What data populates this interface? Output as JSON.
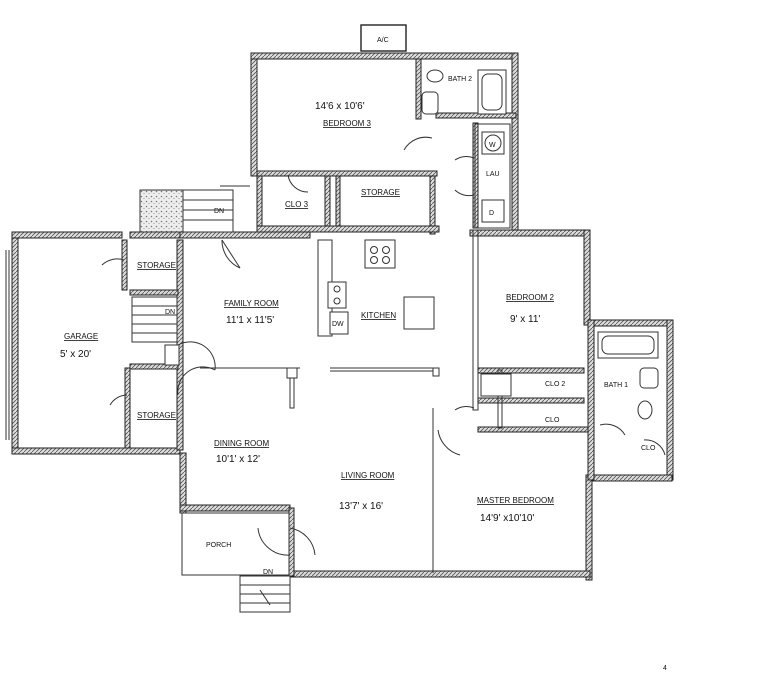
{
  "rooms": {
    "garage": {
      "label": "GARAGE",
      "dims": "5' x 20'"
    },
    "storage_top_left": {
      "label": "STORAGE"
    },
    "storage_bottom_left": {
      "label": "STORAGE"
    },
    "family_room": {
      "label": "FAMILY ROOM",
      "dims": "11'1 x 11'5'"
    },
    "kitchen": {
      "label": "KITCHEN"
    },
    "dining_room": {
      "label": "DINING ROOM",
      "dims": "10'1' x 12'"
    },
    "living_room": {
      "label": "LIVING ROOM",
      "dims": "13'7' x 16'"
    },
    "bedroom3": {
      "label": "BEDROOM 3",
      "dims": "14'6 x 10'6'"
    },
    "bath2": {
      "label": "BATH 2"
    },
    "clo3": {
      "label": "CLO 3"
    },
    "storage_mid": {
      "label": "STORAGE"
    },
    "lau": {
      "label": "LAU"
    },
    "bedroom2": {
      "label": "BEDROOM 2",
      "dims": "9' x 11'"
    },
    "ahu": {
      "label": "AHU"
    },
    "clo2": {
      "label": "CLO 2"
    },
    "clo_mid": {
      "label": "CLO"
    },
    "bath1": {
      "label": "BATH 1"
    },
    "clo_bath": {
      "label": "CLO"
    },
    "master_bedroom": {
      "label": "MASTER BEDROOM",
      "dims": "14'9' x10'10'"
    },
    "porch": {
      "label": "PORCH"
    }
  },
  "fixtures": {
    "ac": "A/C",
    "washer": "W",
    "dryer": "D",
    "dishwasher": "DW",
    "dn_top": "DN",
    "dn_garage": "DN",
    "dn_porch": "DN"
  },
  "corner_mark": "4"
}
